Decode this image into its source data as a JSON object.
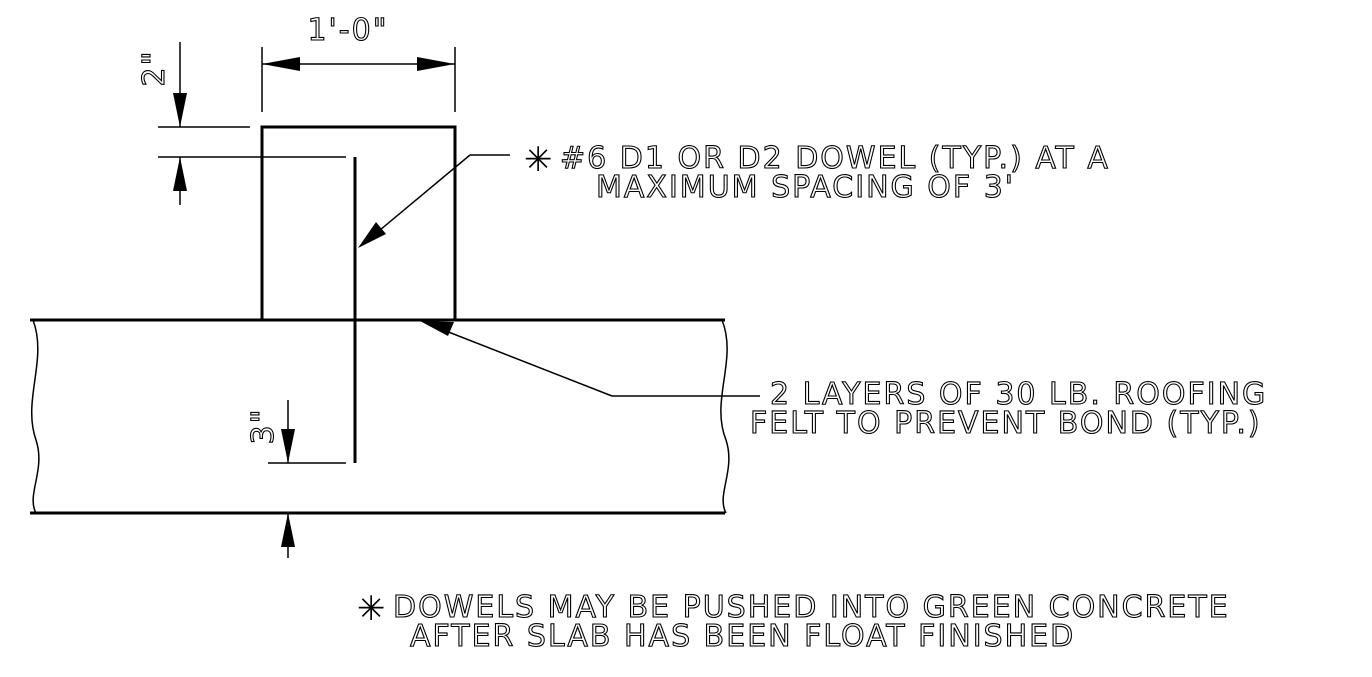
{
  "dimensions": {
    "slab_width": "1'-0\"",
    "top_cover": "2\"",
    "bottom_cover": "3\""
  },
  "notes": {
    "dowel_line1": "#6 D1 OR D2 DOWEL (TYP.) AT A",
    "dowel_line2": "MAXIMUM SPACING OF 3'",
    "felt_line1": "2 LAYERS OF 30 LB. ROOFING",
    "felt_line2": "FELT TO PREVENT BOND (TYP.)",
    "footnote_line1": "DOWELS MAY BE PUSHED INTO GREEN CONCRETE",
    "footnote_line2": "AFTER SLAB HAS BEEN FLOAT FINISHED",
    "asterisk": "✳"
  }
}
